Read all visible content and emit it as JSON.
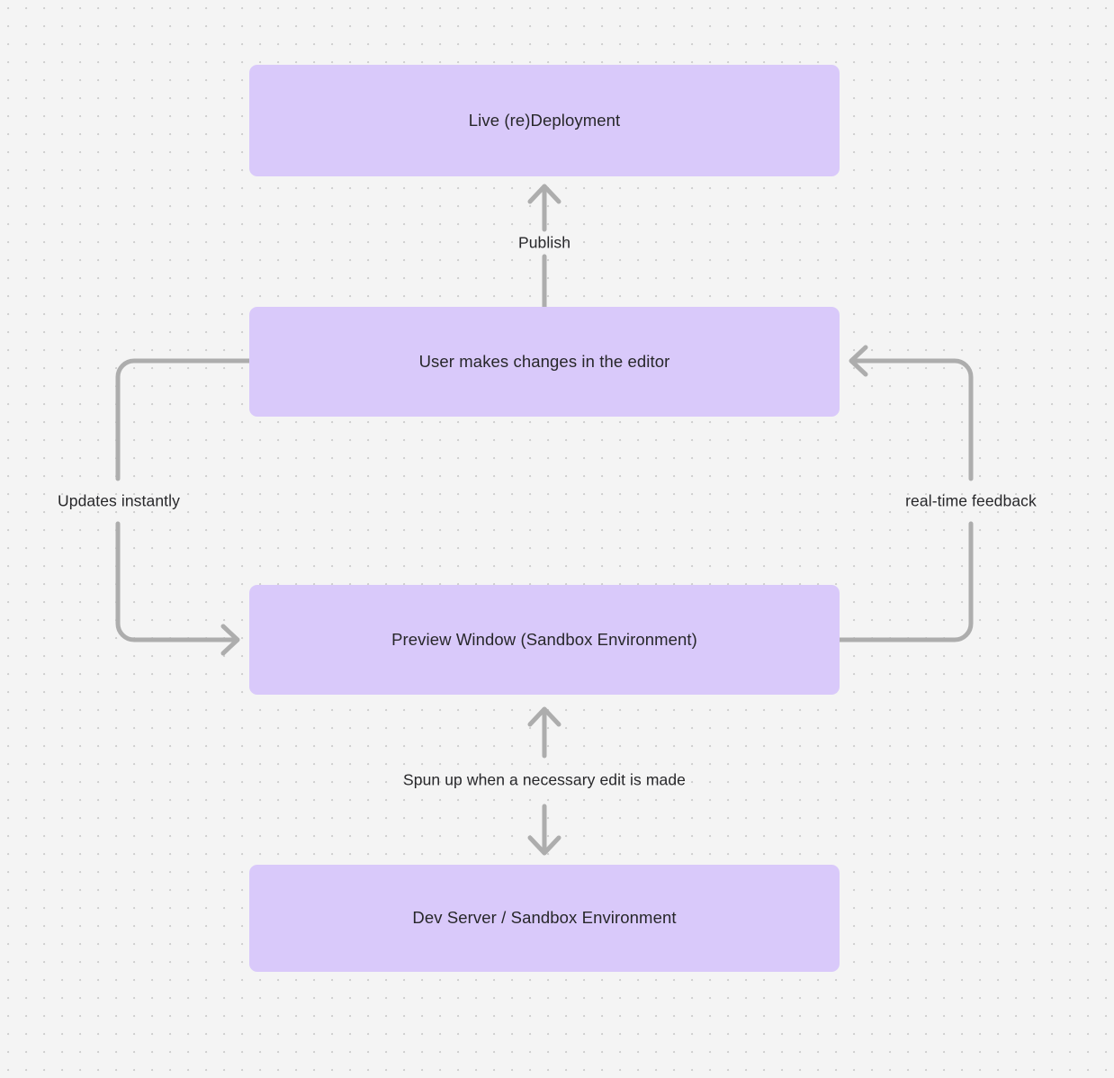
{
  "diagram": {
    "type": "flowchart",
    "background_color": "#f4f4f4",
    "node_color": "#d9c9fa",
    "edge_color": "#adadad",
    "text_color": "#27272a",
    "nodes": [
      {
        "id": "live-deployment",
        "label": "Live (re)Deployment"
      },
      {
        "id": "user-editor",
        "label": "User makes changes in the editor"
      },
      {
        "id": "preview-window",
        "label": "Preview Window (Sandbox Environment)"
      },
      {
        "id": "dev-server",
        "label": "Dev Server / Sandbox Environment"
      }
    ],
    "edges": [
      {
        "id": "publish",
        "label": "Publish",
        "from": "user-editor",
        "to": "live-deployment",
        "direction": "up"
      },
      {
        "id": "updates-instantly",
        "label": "Updates instantly",
        "from": "user-editor",
        "to": "preview-window",
        "direction": "left-loop"
      },
      {
        "id": "real-time",
        "label": "real-time feedback",
        "from": "preview-window",
        "to": "user-editor",
        "direction": "right-loop"
      },
      {
        "id": "spun-up",
        "label": "Spun up when a necessary edit is made",
        "from": "dev-server",
        "to": "preview-window",
        "direction": "bidirectional"
      }
    ]
  }
}
